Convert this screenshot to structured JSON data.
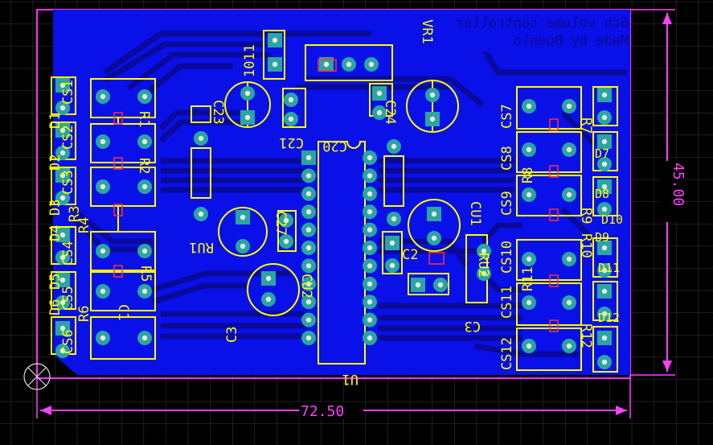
{
  "board": {
    "title_line1": "6ch volume controller",
    "title_line2": "Made by Buenlo"
  },
  "dimensions": {
    "width": "72.50",
    "height": "45.00"
  },
  "components": {
    "CS1": "CS1",
    "CS2": "CS2",
    "CS3": "CS3",
    "CS4": "CS4",
    "CS5": "CS5",
    "CS6": "CS6",
    "CS7": "CS7",
    "CS8": "CS8",
    "CS9": "CS9",
    "CS10": "CS10",
    "CS11": "CS11",
    "CS12": "CS12",
    "R1": "R1",
    "R2": "R2",
    "R3": "R3",
    "R4": "R4",
    "R5": "R5",
    "R6": "R6",
    "R7": "R7",
    "R8": "R8",
    "R9": "R9",
    "R10": "R10",
    "R11": "R11",
    "R12": "R12",
    "C1": "C1",
    "C2": "C2",
    "C3": "C3",
    "C20": "C20",
    "C21": "C21",
    "C23": "C23",
    "C24": "C24",
    "C27": "C27",
    "RU1": "RU1",
    "RU2": "RU2",
    "VR1": "VR1",
    "U1": "U1",
    "VCC": "1011",
    "D1": "D1",
    "D2": "D2",
    "D3": "D3",
    "D4": "D4",
    "D5": "D5",
    "D6": "D6",
    "D7": "D7",
    "D8": "D8",
    "D9": "D9",
    "D10": "D10",
    "D11": "D11",
    "D12": "D12",
    "CU1": "CU1",
    "CU2": "CU2"
  },
  "colors": {
    "background": "#000000",
    "grid": "#3a3a3a",
    "copper": "#0a10e8",
    "trace": "#0a0a9a",
    "silkscreen": "#ffff00",
    "pad": "#2aa5a0",
    "outline": "#ff30ff",
    "dimension": "#ff40ff"
  }
}
